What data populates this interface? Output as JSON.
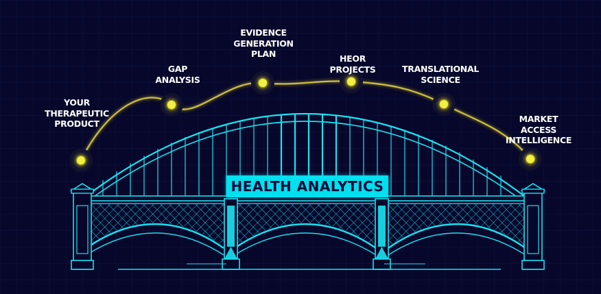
{
  "banner": {
    "title": "HEALTH ANALYTICS"
  },
  "milestones": [
    {
      "label": "YOUR\nTHERAPEUTIC\nPRODUCT",
      "icon": "glowing-node"
    },
    {
      "label": "GAP\nANALYSIS",
      "icon": "glowing-node"
    },
    {
      "label": "EVIDENCE\nGENERATION\nPLAN",
      "icon": "glowing-node"
    },
    {
      "label": "HEOR\nPROJECTS",
      "icon": "glowing-node"
    },
    {
      "label": "TRANSLATIONAL\nSCIENCE",
      "icon": "glowing-node"
    },
    {
      "label": "MARKET ACCESS\nINTELLIGENCE",
      "icon": "glowing-node"
    }
  ],
  "colors": {
    "background": "#06072a",
    "bridge": "#19e3f2",
    "path": "#bfb23a",
    "node": "#f2f040",
    "label": "#ffffff"
  }
}
